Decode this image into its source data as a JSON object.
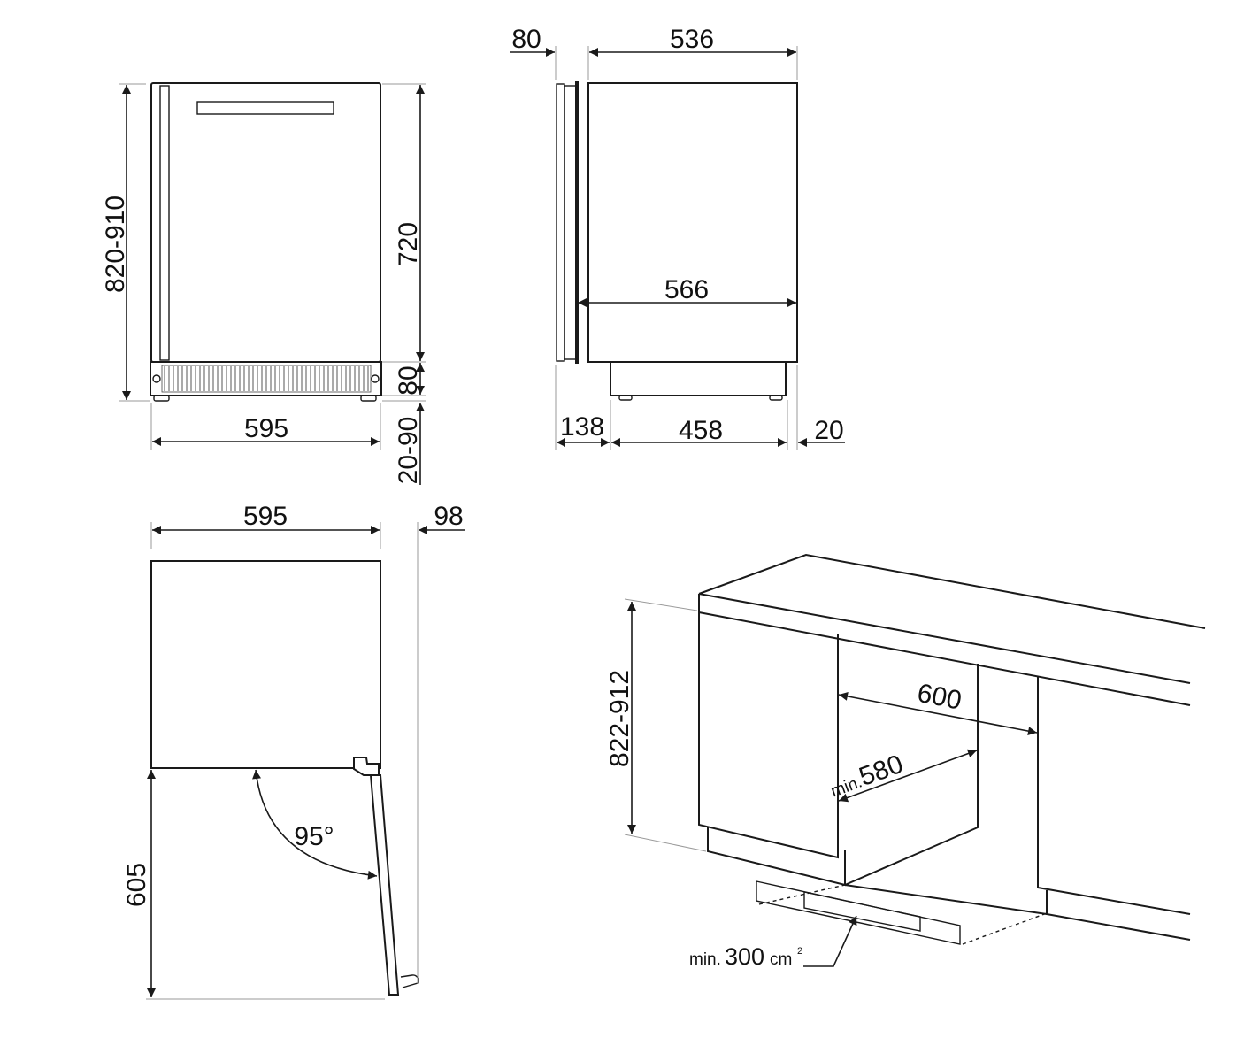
{
  "diagram": {
    "subject": "Built-in under-counter appliance installation dimensions (mm)",
    "front_view": {
      "overall_height": "820-910",
      "body_height": "720",
      "plinth_height": "80",
      "feet_height": "20-90",
      "width": "595"
    },
    "side_view": {
      "door_depth": "80",
      "body_depth": "536",
      "total_depth": "566",
      "front_offset": "138",
      "plinth_depth": "458",
      "rear_offset": "20"
    },
    "top_view": {
      "width": "595",
      "door_overhang": "98",
      "door_swing_depth": "605",
      "opening_angle": "95°"
    },
    "installation_view": {
      "niche_height": "822-912",
      "niche_width": "600",
      "min_depth_prefix": "min.",
      "min_depth_value": "580",
      "vent_prefix": "min.",
      "vent_value": "300",
      "vent_unit": "cm",
      "vent_unit_exp": "2"
    },
    "colors": {
      "line": "#1a1a1a",
      "extension_line": "#9a9a9a",
      "background": "#ffffff"
    }
  }
}
